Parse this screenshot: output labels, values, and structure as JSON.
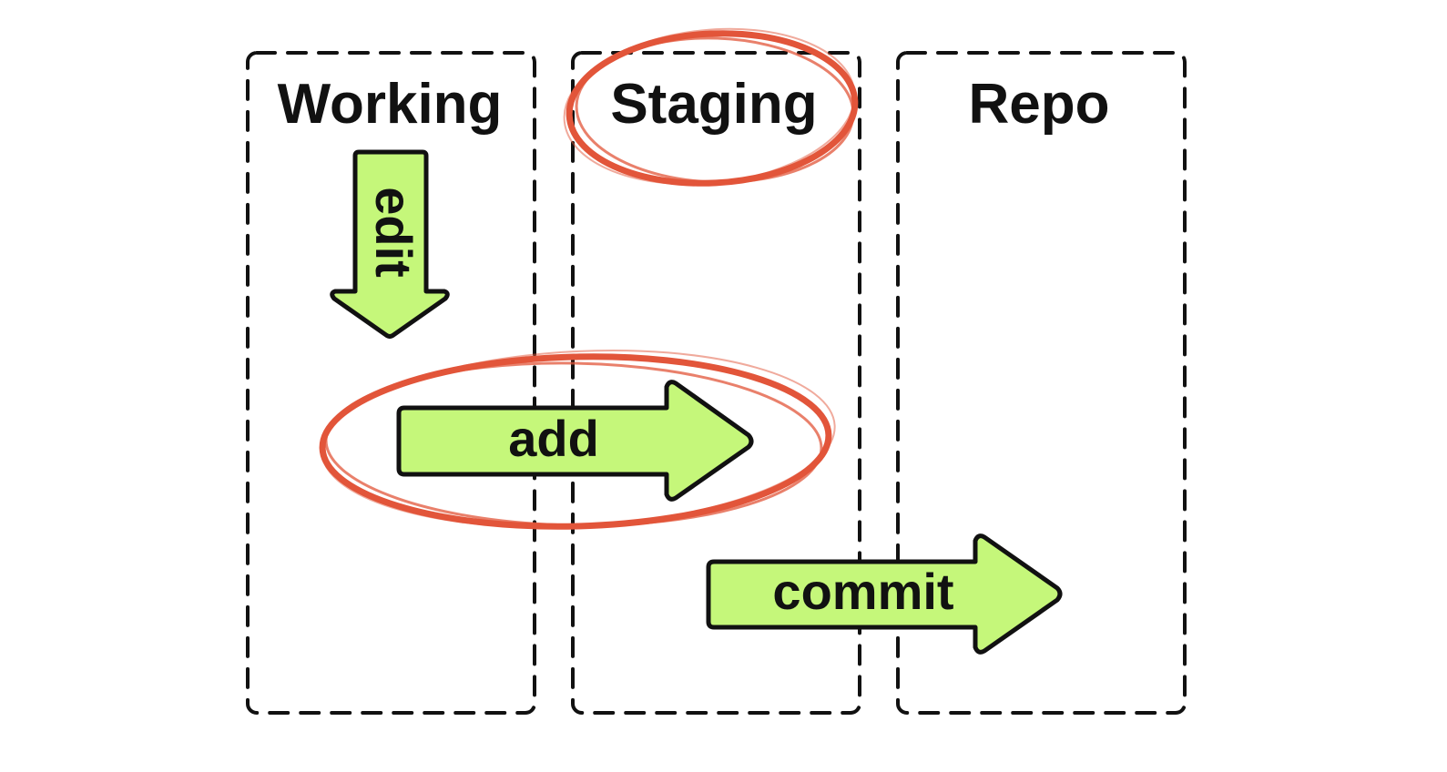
{
  "zones": [
    {
      "id": "working",
      "title": "Working"
    },
    {
      "id": "staging",
      "title": "Staging"
    },
    {
      "id": "repo",
      "title": "Repo"
    }
  ],
  "actions": {
    "edit": {
      "label": "edit",
      "direction": "down",
      "from": "working",
      "to": "working"
    },
    "add": {
      "label": "add",
      "direction": "right",
      "from": "working",
      "to": "staging"
    },
    "commit": {
      "label": "commit",
      "direction": "right",
      "from": "staging",
      "to": "repo"
    }
  },
  "highlights": [
    "staging-title",
    "add-arrow"
  ],
  "colors": {
    "arrow_fill": "#c5f77a",
    "outline": "#111111",
    "highlight": "#e2553a",
    "background": "#ffffff"
  }
}
